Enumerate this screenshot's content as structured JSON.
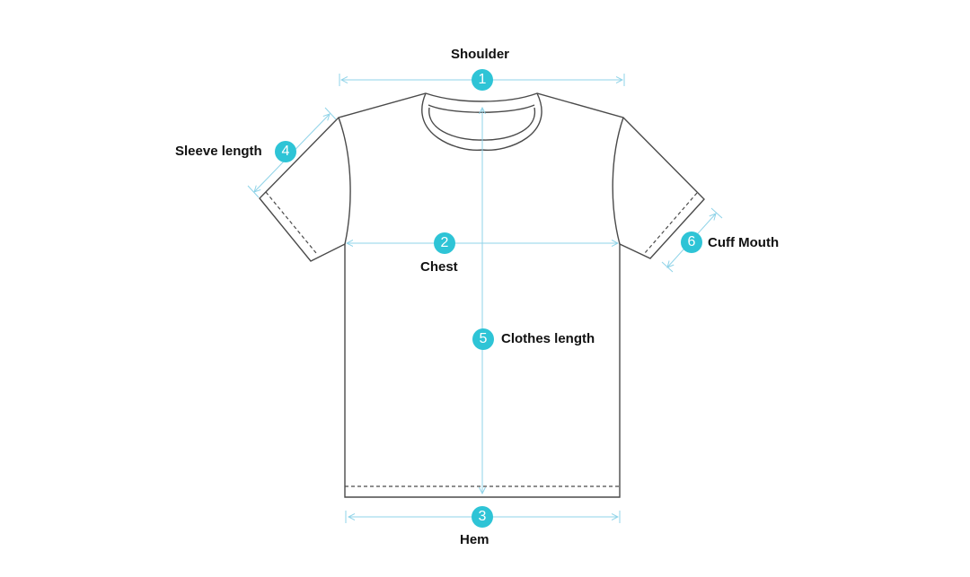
{
  "colors": {
    "accent": "#2ec4d6",
    "measure_line": "#8fd3e8",
    "outline": "#4a4a4a",
    "text": "#111111"
  },
  "measurements": [
    {
      "number": "1",
      "label": "Shoulder"
    },
    {
      "number": "2",
      "label": "Chest"
    },
    {
      "number": "3",
      "label": "Hem"
    },
    {
      "number": "4",
      "label": "Sleeve length"
    },
    {
      "number": "5",
      "label": "Clothes length"
    },
    {
      "number": "6",
      "label": "Cuff Mouth"
    }
  ]
}
